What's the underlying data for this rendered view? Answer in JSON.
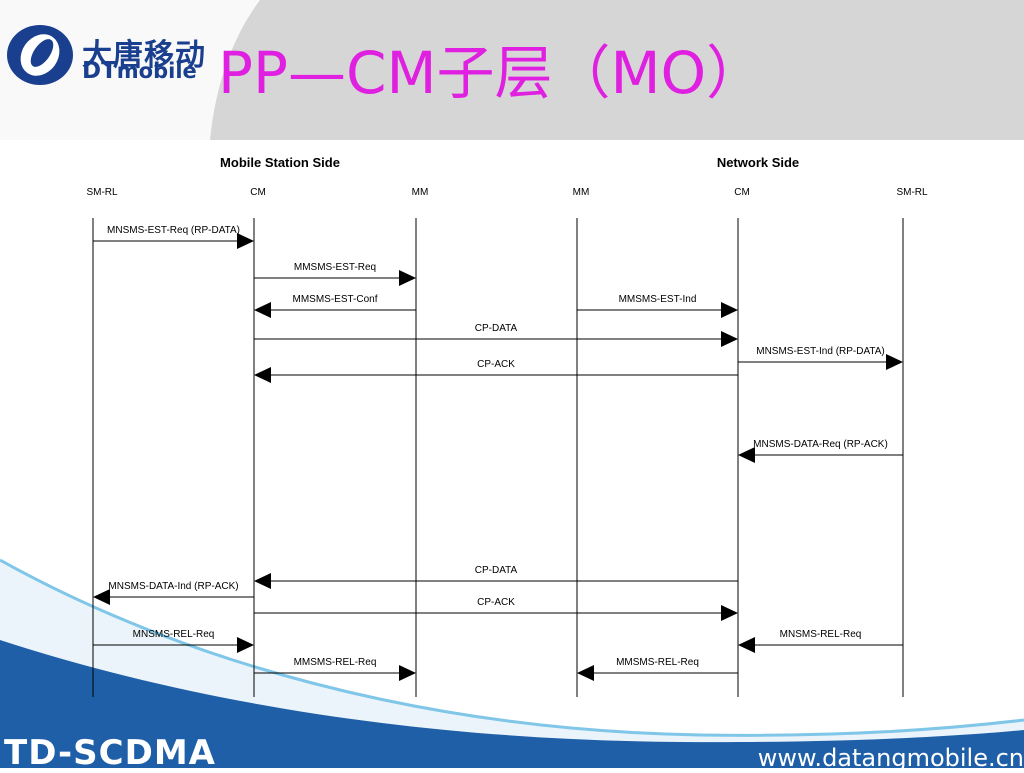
{
  "header": {
    "logo_cn": "大唐移动",
    "logo_en_bold": "DT",
    "logo_en": "mobile",
    "title": "PP—CM子层（MO）"
  },
  "diagram": {
    "side_titles": [
      "Mobile Station Side",
      "Network Side"
    ],
    "entities": [
      "SM-RL",
      "CM",
      "MM",
      "MM",
      "CM",
      "SM-RL"
    ],
    "messages": [
      {
        "label": "MNSMS-EST-Req (RP-DATA)",
        "from": 0,
        "to": 1
      },
      {
        "label": "MMSMS-EST-Req",
        "from": 1,
        "to": 2
      },
      {
        "label": "MMSMS-EST-Conf",
        "from": 2,
        "to": 1
      },
      {
        "label": "MMSMS-EST-Ind",
        "from": 3,
        "to": 4
      },
      {
        "label": "CP-DATA",
        "from": 1,
        "to": 4
      },
      {
        "label": "MNSMS-EST-Ind (RP-DATA)",
        "from": 4,
        "to": 5
      },
      {
        "label": "CP-ACK",
        "from": 4,
        "to": 1
      },
      {
        "label": "MNSMS-DATA-Req (RP-ACK)",
        "from": 5,
        "to": 4
      },
      {
        "label": "CP-DATA",
        "from": 4,
        "to": 1
      },
      {
        "label": "MNSMS-DATA-Ind (RP-ACK)",
        "from": 1,
        "to": 0
      },
      {
        "label": "CP-ACK",
        "from": 1,
        "to": 4
      },
      {
        "label": "MNSMS-REL-Req",
        "from": 0,
        "to": 1
      },
      {
        "label": "MNSMS-REL-Req",
        "from": 5,
        "to": 4
      },
      {
        "label": "MMSMS-REL-Req",
        "from": 1,
        "to": 2
      },
      {
        "label": "MMSMS-REL-Req",
        "from": 4,
        "to": 3
      }
    ]
  },
  "footer": {
    "brand_left": "TD-SCDMA",
    "brand_right": "www.datangmobile.cn"
  },
  "colors": {
    "title": "#e020e0",
    "logo_blue": "#1a3f8f",
    "footer_blue": "#1f5fa8",
    "swoosh": "#7fc6e8"
  }
}
